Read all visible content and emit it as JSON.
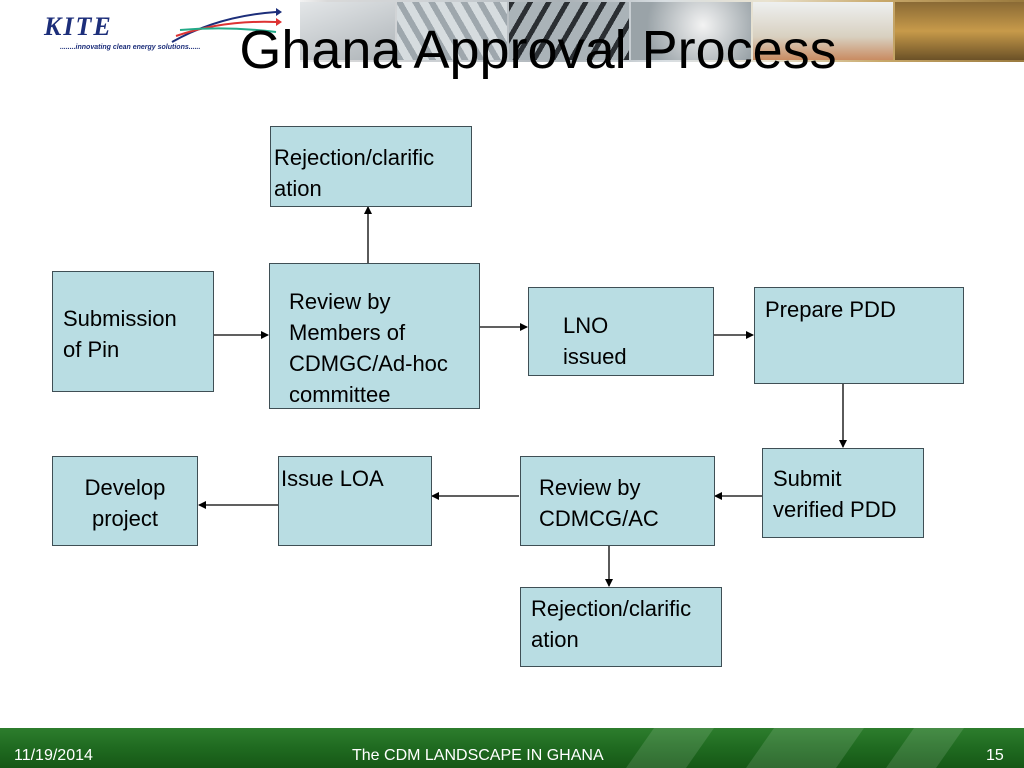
{
  "header": {
    "logo_text": "KITE",
    "logo_tagline": "........innovating clean energy solutions......"
  },
  "title": "Ghana Approval Process",
  "diagram": {
    "boxes": {
      "rejection_top": "Rejection/clarific ation",
      "submission": "Submission of Pin",
      "review_members": "Review by Members of CDMGC/Ad-hoc committee",
      "lno": "LNO issued",
      "prepare_pdd": "Prepare PDD",
      "develop": "Develop project",
      "issue_loa": "Issue LOA",
      "review_cdmcg": "Review by CDMCG/AC",
      "submit_verified": "Submit verified PDD",
      "rejection_bottom": "Rejection/clarific ation"
    },
    "lines": {
      "rejection_top": [
        "Rejection/clarific",
        "ation"
      ],
      "submission": [
        "Submission",
        "of Pin"
      ],
      "review_members": [
        "Review by",
        "Members of",
        "CDMGC/Ad-hoc",
        "committee"
      ],
      "lno": [
        "LNO",
        "issued"
      ],
      "prepare_pdd": [
        "Prepare PDD"
      ],
      "develop": [
        "Develop",
        "project"
      ],
      "issue_loa": [
        "Issue LOA"
      ],
      "review_cdmcg": [
        "Review by",
        "CDMCG/AC"
      ],
      "submit_verified": [
        "Submit",
        "verified PDD"
      ],
      "rejection_bottom": [
        "Rejection/clarific",
        "ation"
      ]
    }
  },
  "footer": {
    "date": "11/19/2014",
    "center_text": "The CDM LANDSCAPE IN GHANA",
    "page_number": "15"
  },
  "colors": {
    "box_fill": "#b9dde3",
    "box_border": "#3f4f55",
    "footer_green": "#1f6a20",
    "logo_blue": "#1c2e7a"
  }
}
